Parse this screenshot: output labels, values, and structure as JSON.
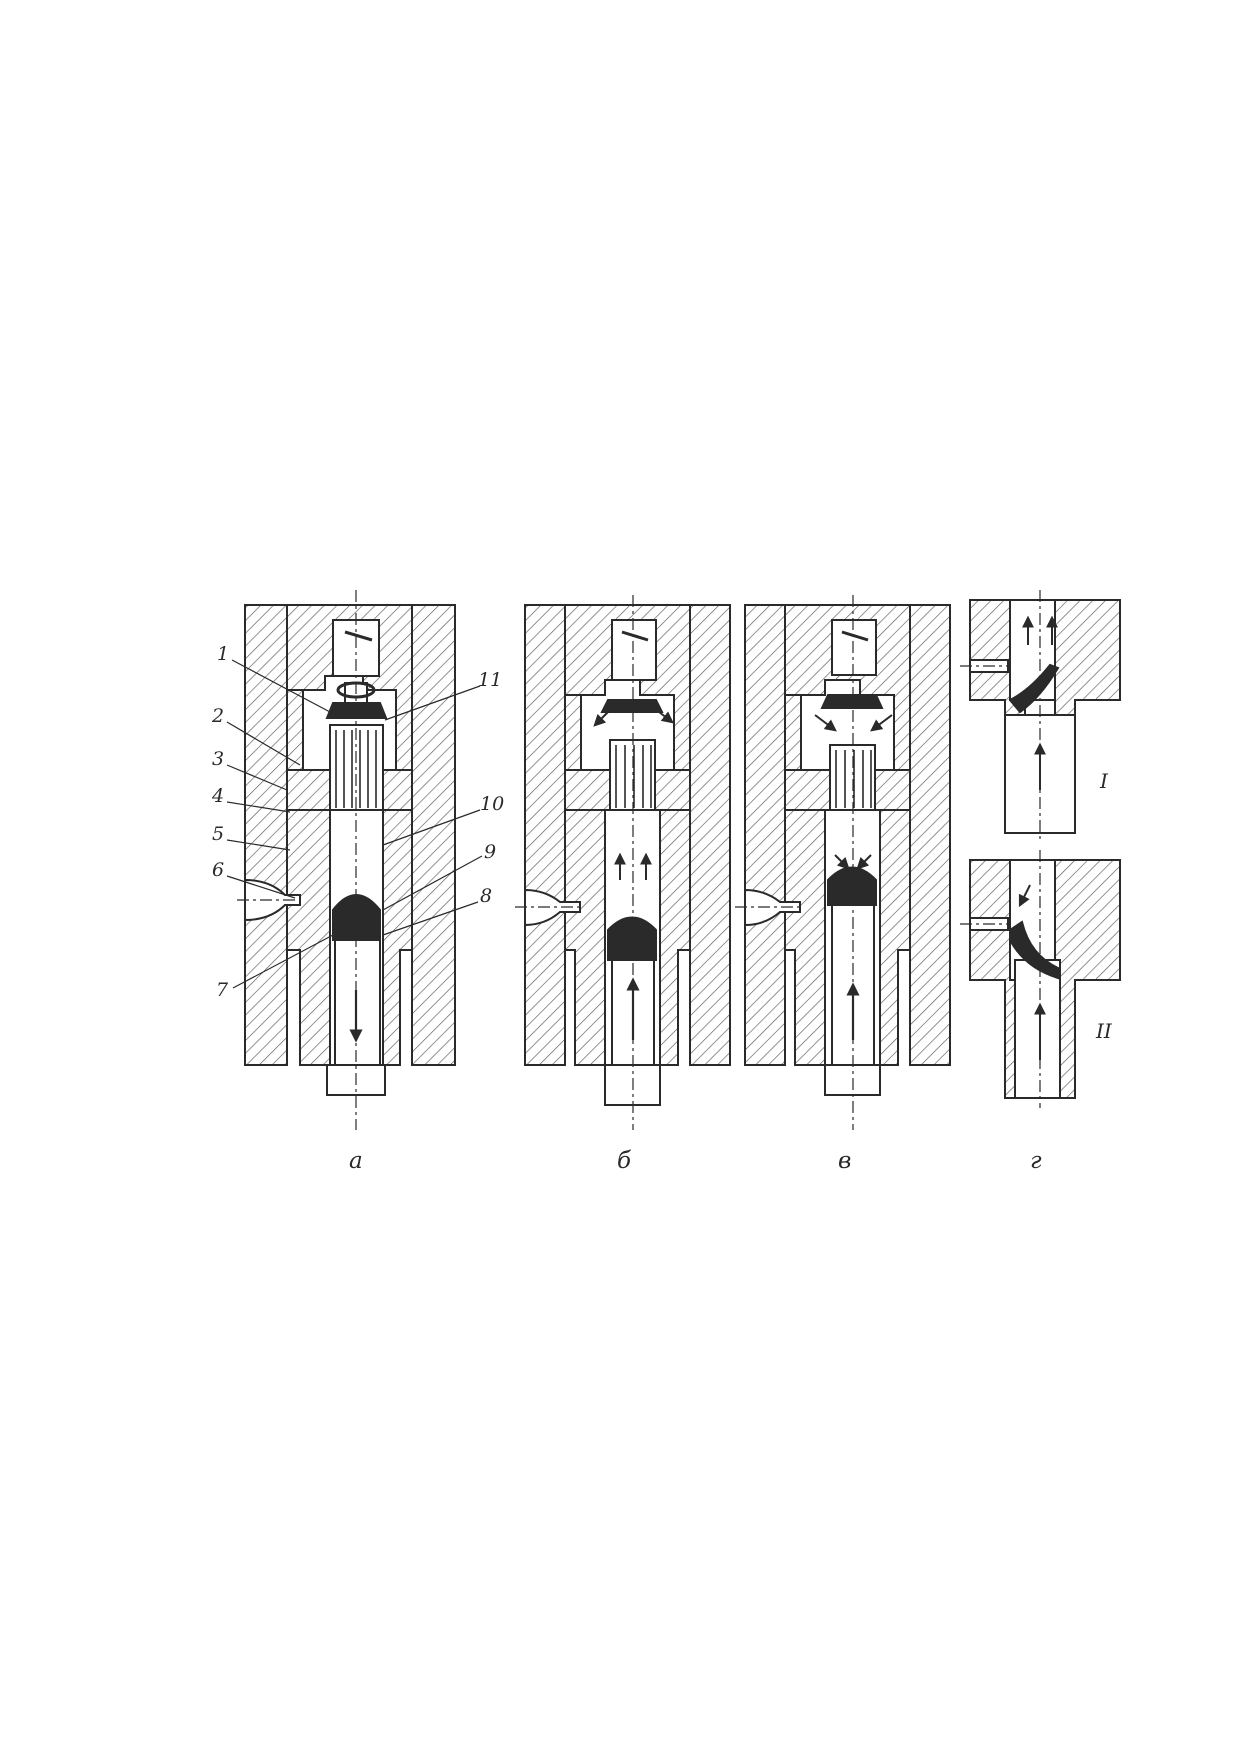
{
  "figure": {
    "part_labels": [
      "1",
      "2",
      "3",
      "4",
      "5",
      "6",
      "7",
      "8",
      "9",
      "10",
      "11"
    ],
    "panel_labels": {
      "a": "а",
      "b": "б",
      "c": "в",
      "d": "г"
    },
    "position_labels": {
      "upper": "I",
      "lower": "II"
    },
    "colors": {
      "ink": "#2a2a2a",
      "hatch": "#555555",
      "paper": "#ffffff",
      "part_fill": "#e6e6e6"
    }
  }
}
